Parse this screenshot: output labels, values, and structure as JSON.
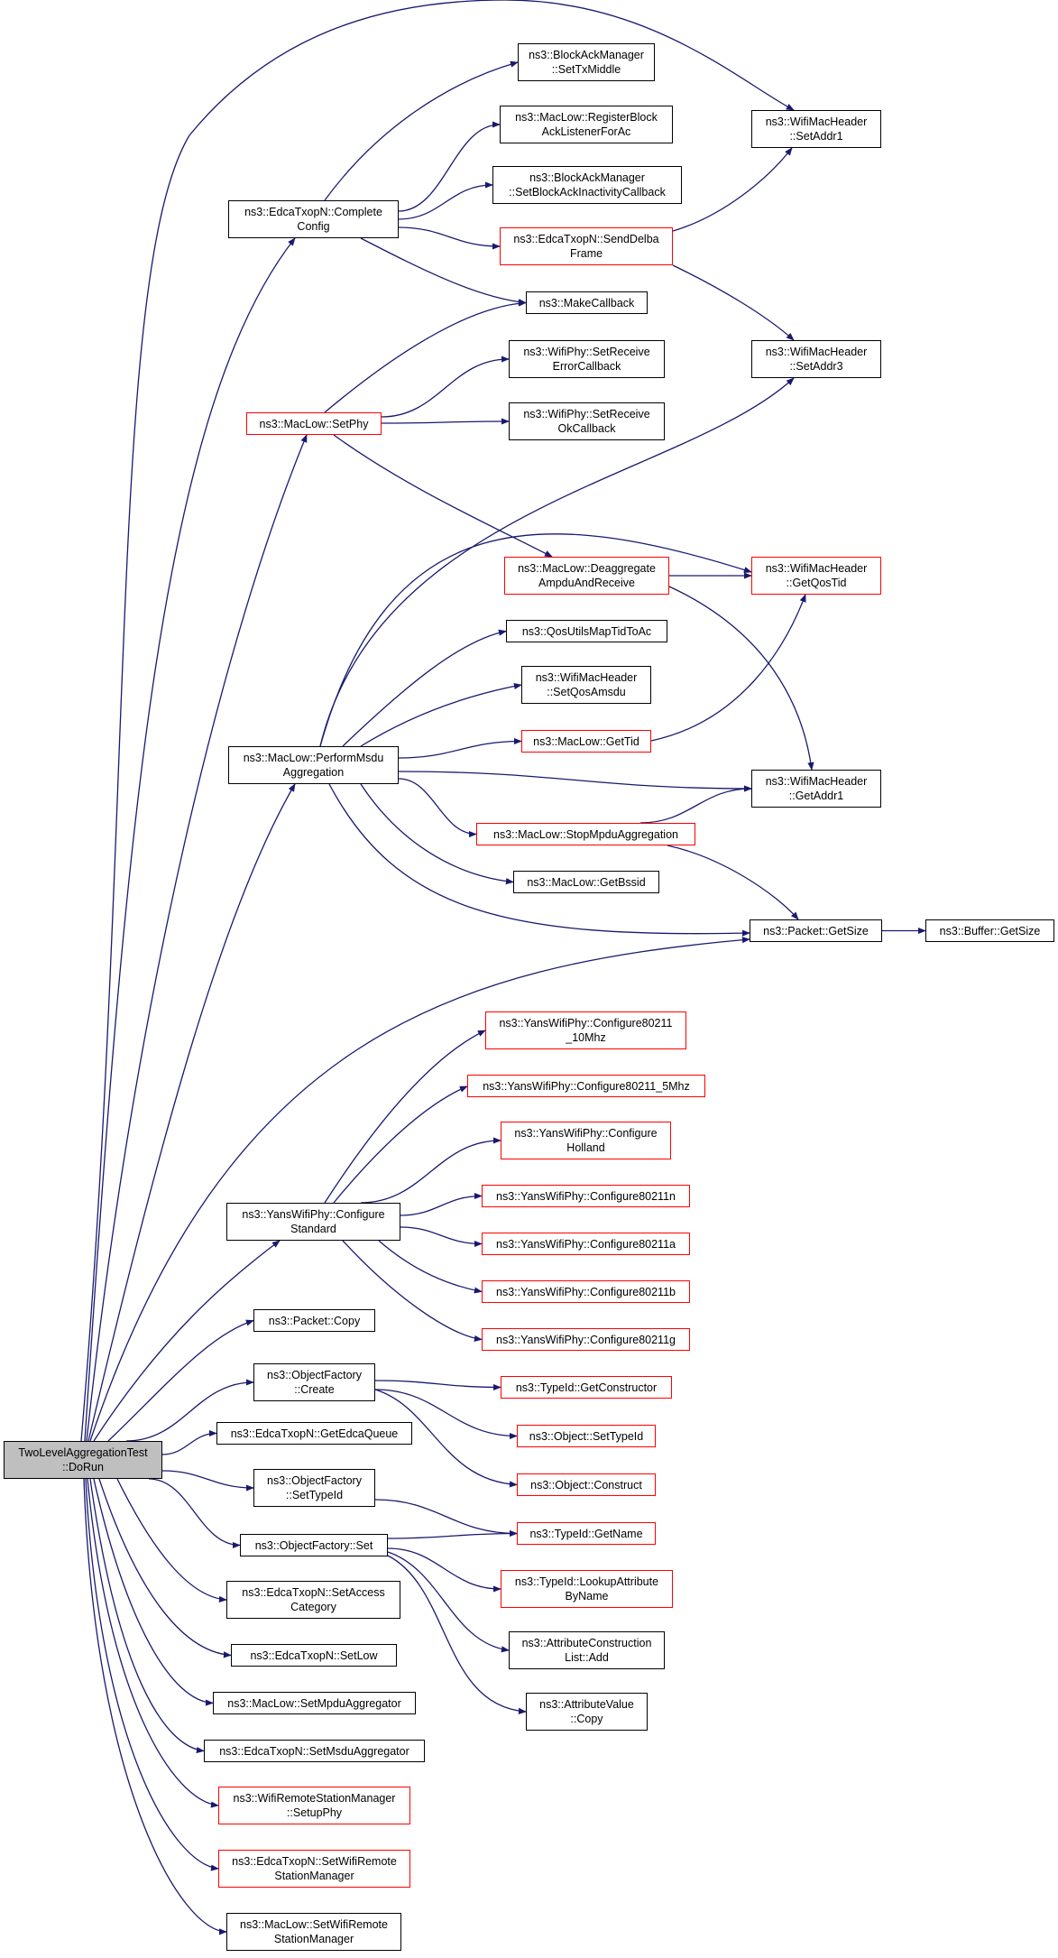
{
  "colors": {
    "edge": "#191970",
    "box_border": "#000000",
    "box_border_linked": "#ff0000",
    "root_fill": "#bfbfbf"
  },
  "nodes": {
    "root": "TwoLevelAggregationTest\n::DoRun",
    "complete_config": "ns3::EdcaTxopN::Complete\nConfig",
    "set_tx_middle": "ns3::BlockAckManager\n::SetTxMiddle",
    "register_block_ack": "ns3::MacLow::RegisterBlock\nAckListenerForAc",
    "set_ba_inactivity": "ns3::BlockAckManager\n::SetBlockAckInactivityCallback",
    "send_delba": "ns3::EdcaTxopN::SendDelba\nFrame",
    "set_addr1": "ns3::WifiMacHeader\n::SetAddr1",
    "make_callback": "ns3::MakeCallback",
    "set_addr3": "ns3::WifiMacHeader\n::SetAddr3",
    "set_phy": "ns3::MacLow::SetPhy",
    "set_receive_error": "ns3::WifiPhy::SetReceive\nErrorCallback",
    "set_receive_ok": "ns3::WifiPhy::SetReceive\nOkCallback",
    "deaggregate": "ns3::MacLow::Deaggregate\nAmpduAndReceive",
    "get_qos_tid": "ns3::WifiMacHeader\n::GetQosTid",
    "qos_utils_map": "ns3::QosUtilsMapTidToAc",
    "set_qos_amsdu": "ns3::WifiMacHeader\n::SetQosAmsdu",
    "perform_msdu": "ns3::MacLow::PerformMsdu\nAggregation",
    "get_tid": "ns3::MacLow::GetTid",
    "get_addr1": "ns3::WifiMacHeader\n::GetAddr1",
    "stop_mpdu": "ns3::MacLow::StopMpduAggregation",
    "get_bssid": "ns3::MacLow::GetBssid",
    "packet_get_size": "ns3::Packet::GetSize",
    "buffer_get_size": "ns3::Buffer::GetSize",
    "conf_10mhz": "ns3::YansWifiPhy::Configure80211\n_10Mhz",
    "conf_5mhz": "ns3::YansWifiPhy::Configure80211_5Mhz",
    "conf_holland": "ns3::YansWifiPhy::Configure\nHolland",
    "configure_standard": "ns3::YansWifiPhy::Configure\nStandard",
    "conf_n": "ns3::YansWifiPhy::Configure80211n",
    "conf_a": "ns3::YansWifiPhy::Configure80211a",
    "conf_b": "ns3::YansWifiPhy::Configure80211b",
    "conf_g": "ns3::YansWifiPhy::Configure80211g",
    "packet_copy": "ns3::Packet::Copy",
    "of_create": "ns3::ObjectFactory\n::Create",
    "typeid_get_constructor": "ns3::TypeId::GetConstructor",
    "get_edca_queue": "ns3::EdcaTxopN::GetEdcaQueue",
    "object_set_typeid": "ns3::Object::SetTypeId",
    "object_construct": "ns3::Object::Construct",
    "of_set_typeid": "ns3::ObjectFactory\n::SetTypeId",
    "typeid_get_name": "ns3::TypeId::GetName",
    "of_set": "ns3::ObjectFactory::Set",
    "lookup_attribute": "ns3::TypeId::LookupAttribute\nByName",
    "set_access_category": "ns3::EdcaTxopN::SetAccess\nCategory",
    "attr_list_add": "ns3::AttributeConstruction\nList::Add",
    "set_low": "ns3::EdcaTxopN::SetLow",
    "attr_value_copy": "ns3::AttributeValue\n::Copy",
    "set_mpdu_aggregator": "ns3::MacLow::SetMpduAggregator",
    "set_msdu_aggregator": "ns3::EdcaTxopN::SetMsduAggregator",
    "setup_phy": "ns3::WifiRemoteStationManager\n::SetupPhy",
    "edca_set_wrsm": "ns3::EdcaTxopN::SetWifiRemote\nStationManager",
    "maclow_set_wrsm": "ns3::MacLow::SetWifiRemote\nStationManager"
  }
}
